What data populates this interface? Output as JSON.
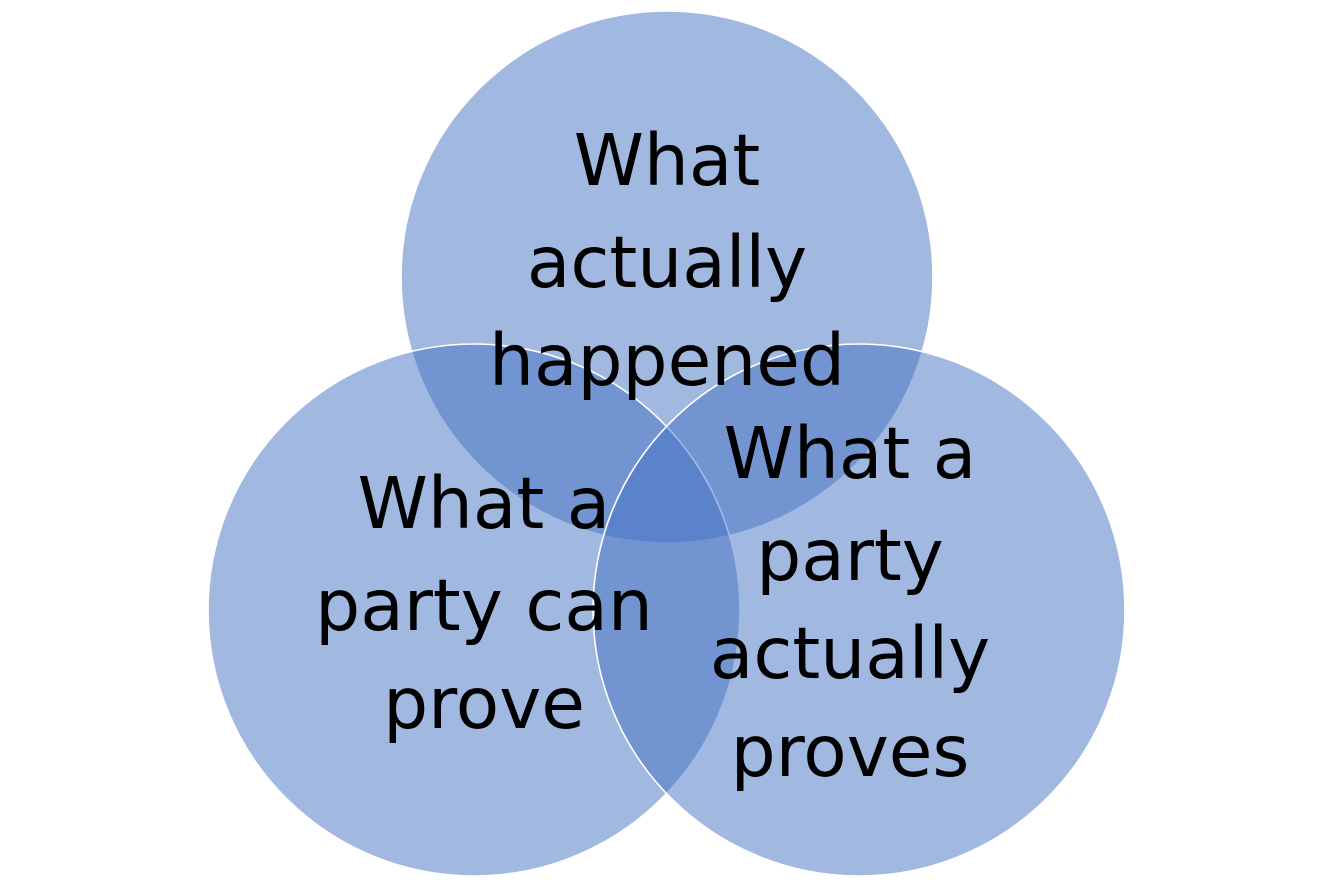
{
  "diagram": {
    "circle_color": "#4472c4",
    "circle_outline_color": "#ffffff",
    "sets": [
      {
        "id": "happened",
        "lines": [
          "What",
          "actually",
          "happened"
        ]
      },
      {
        "id": "can-prove",
        "lines": [
          "What a",
          "party can",
          "prove"
        ]
      },
      {
        "id": "proves",
        "lines": [
          "What a",
          "party",
          "actually",
          "proves"
        ]
      }
    ]
  }
}
